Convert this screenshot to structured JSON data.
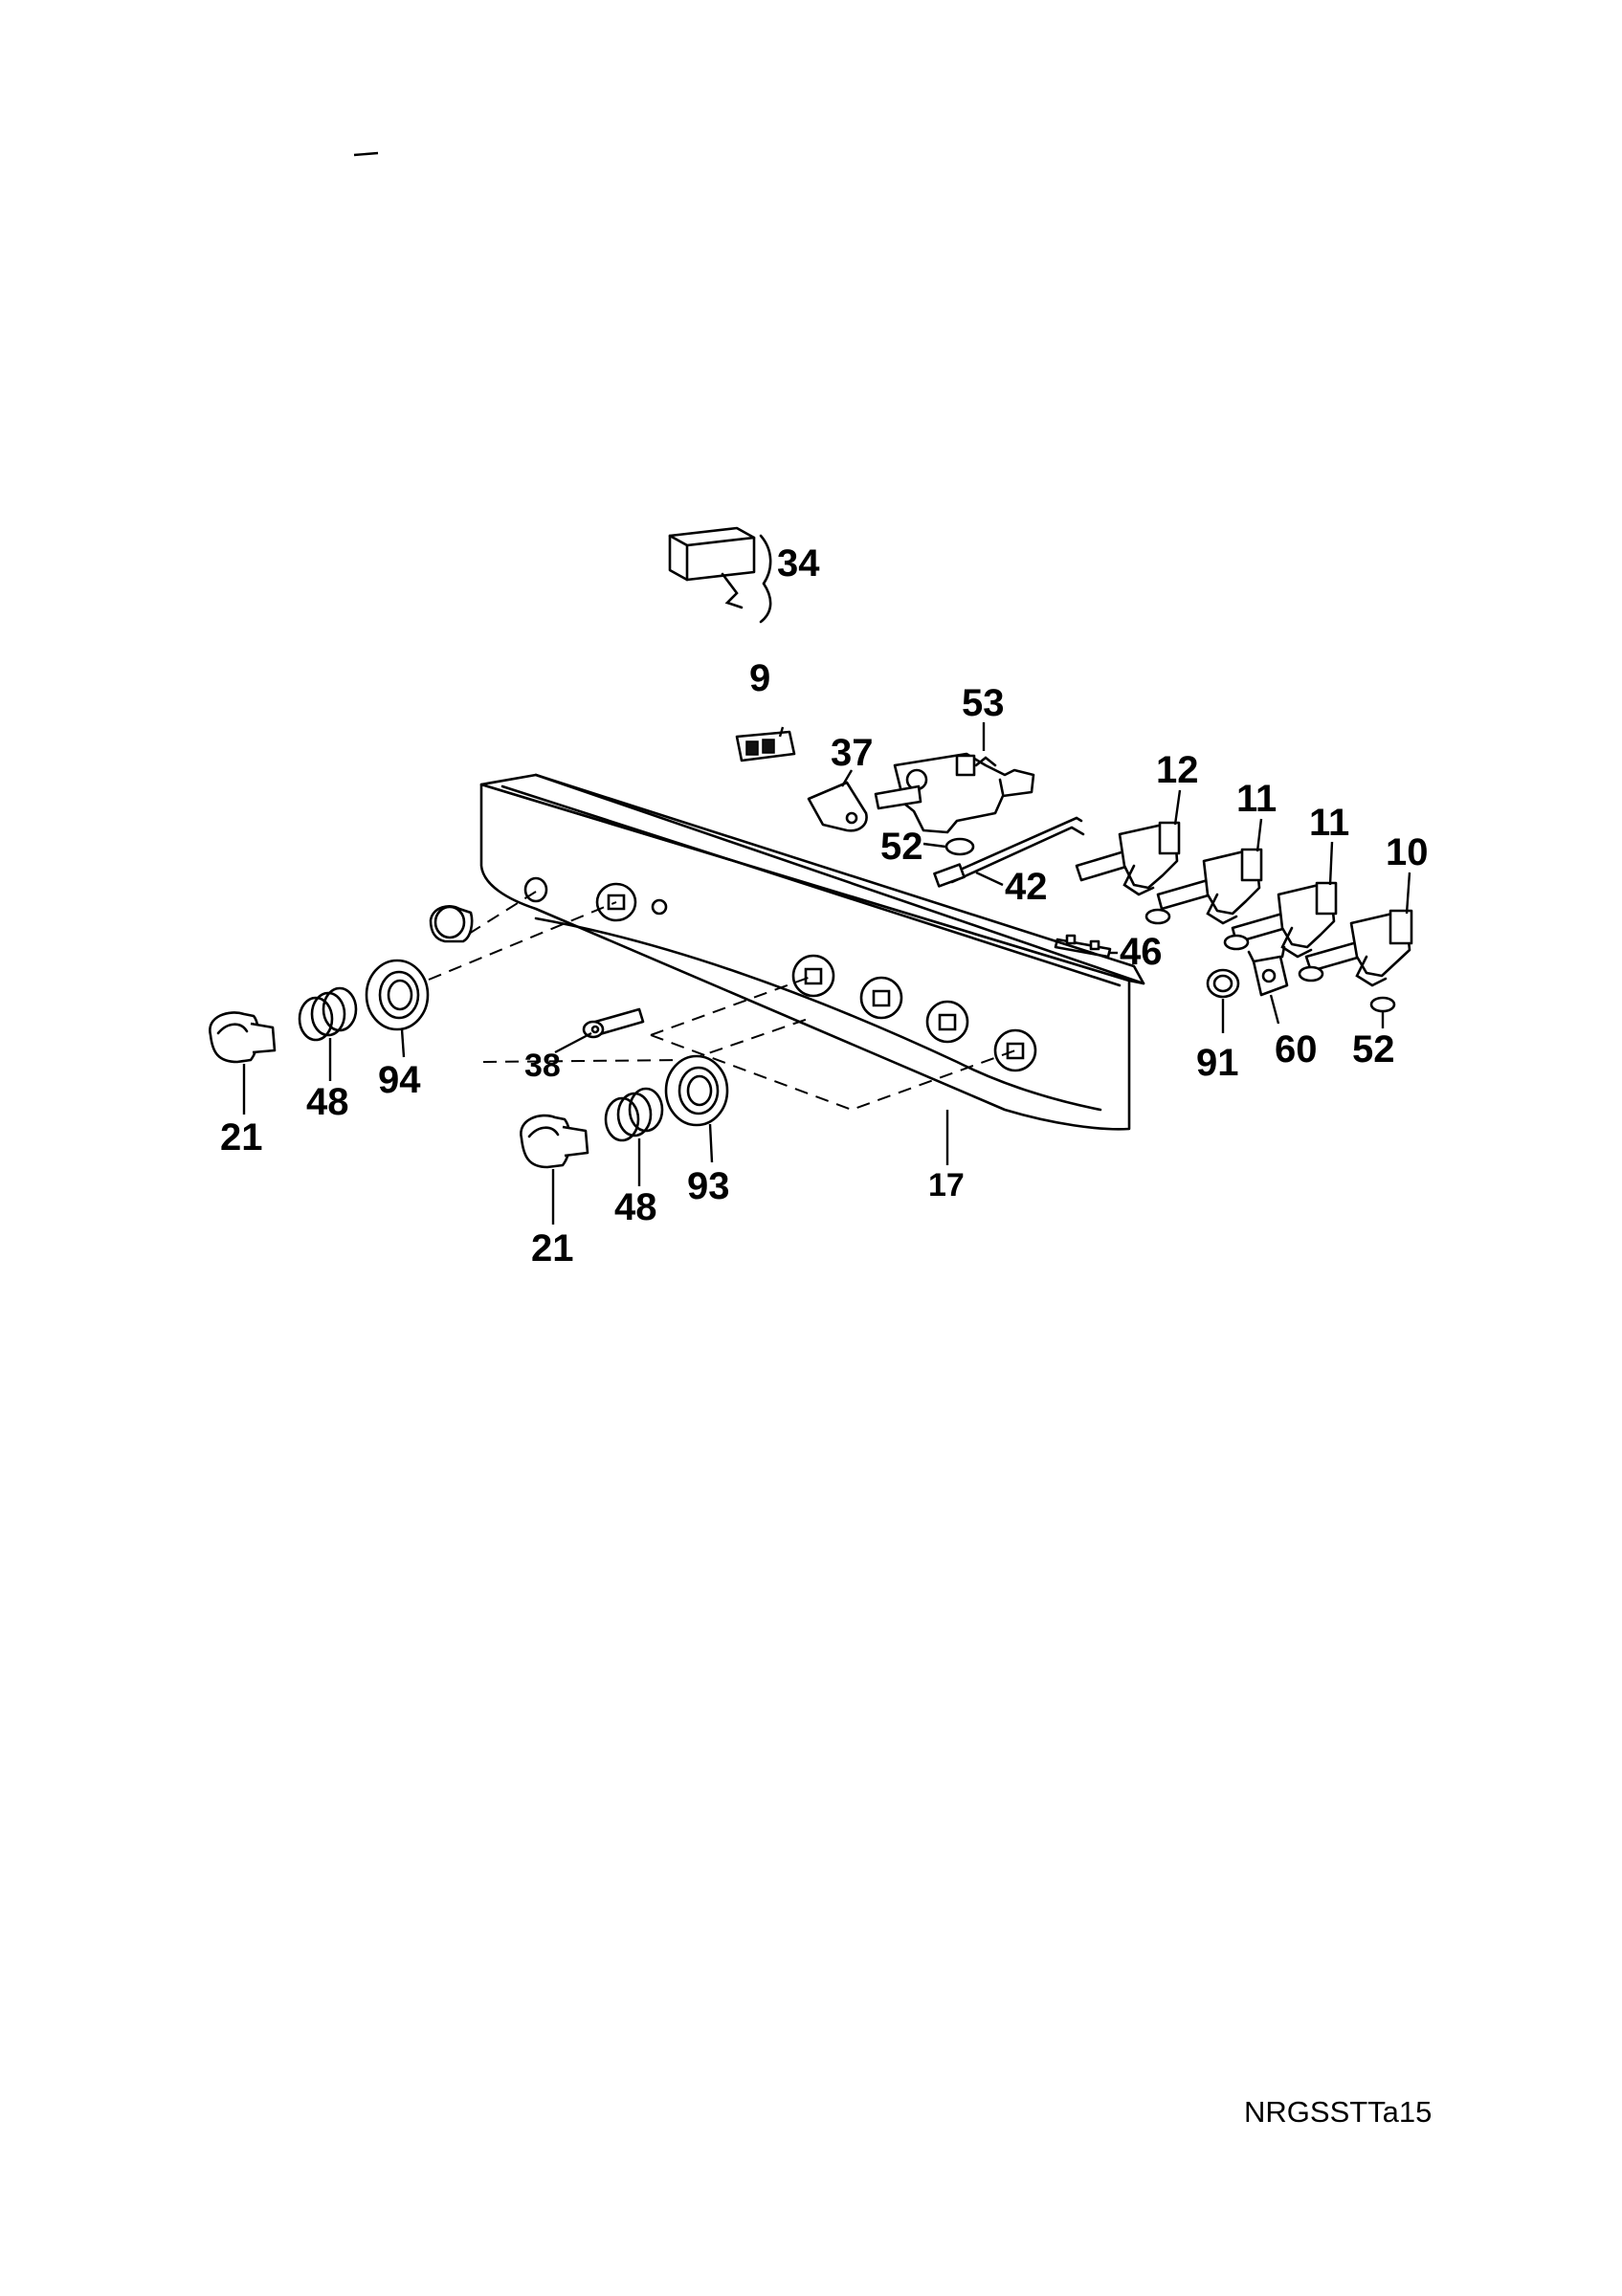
{
  "diagram_code": "NRGSSTTa15",
  "part_labels": {
    "p34": "34",
    "p9": "9",
    "p53": "53",
    "p37": "37",
    "p52a": "52",
    "p42": "42",
    "p12": "12",
    "p11a": "11",
    "p11b": "11",
    "p10": "10",
    "p46": "46",
    "p91": "91",
    "p60": "60",
    "p52b": "52",
    "p38": "38",
    "p17": "17",
    "p21a": "21",
    "p48a": "48",
    "p94": "94",
    "p21b": "21",
    "p48b": "48",
    "p93": "93"
  }
}
